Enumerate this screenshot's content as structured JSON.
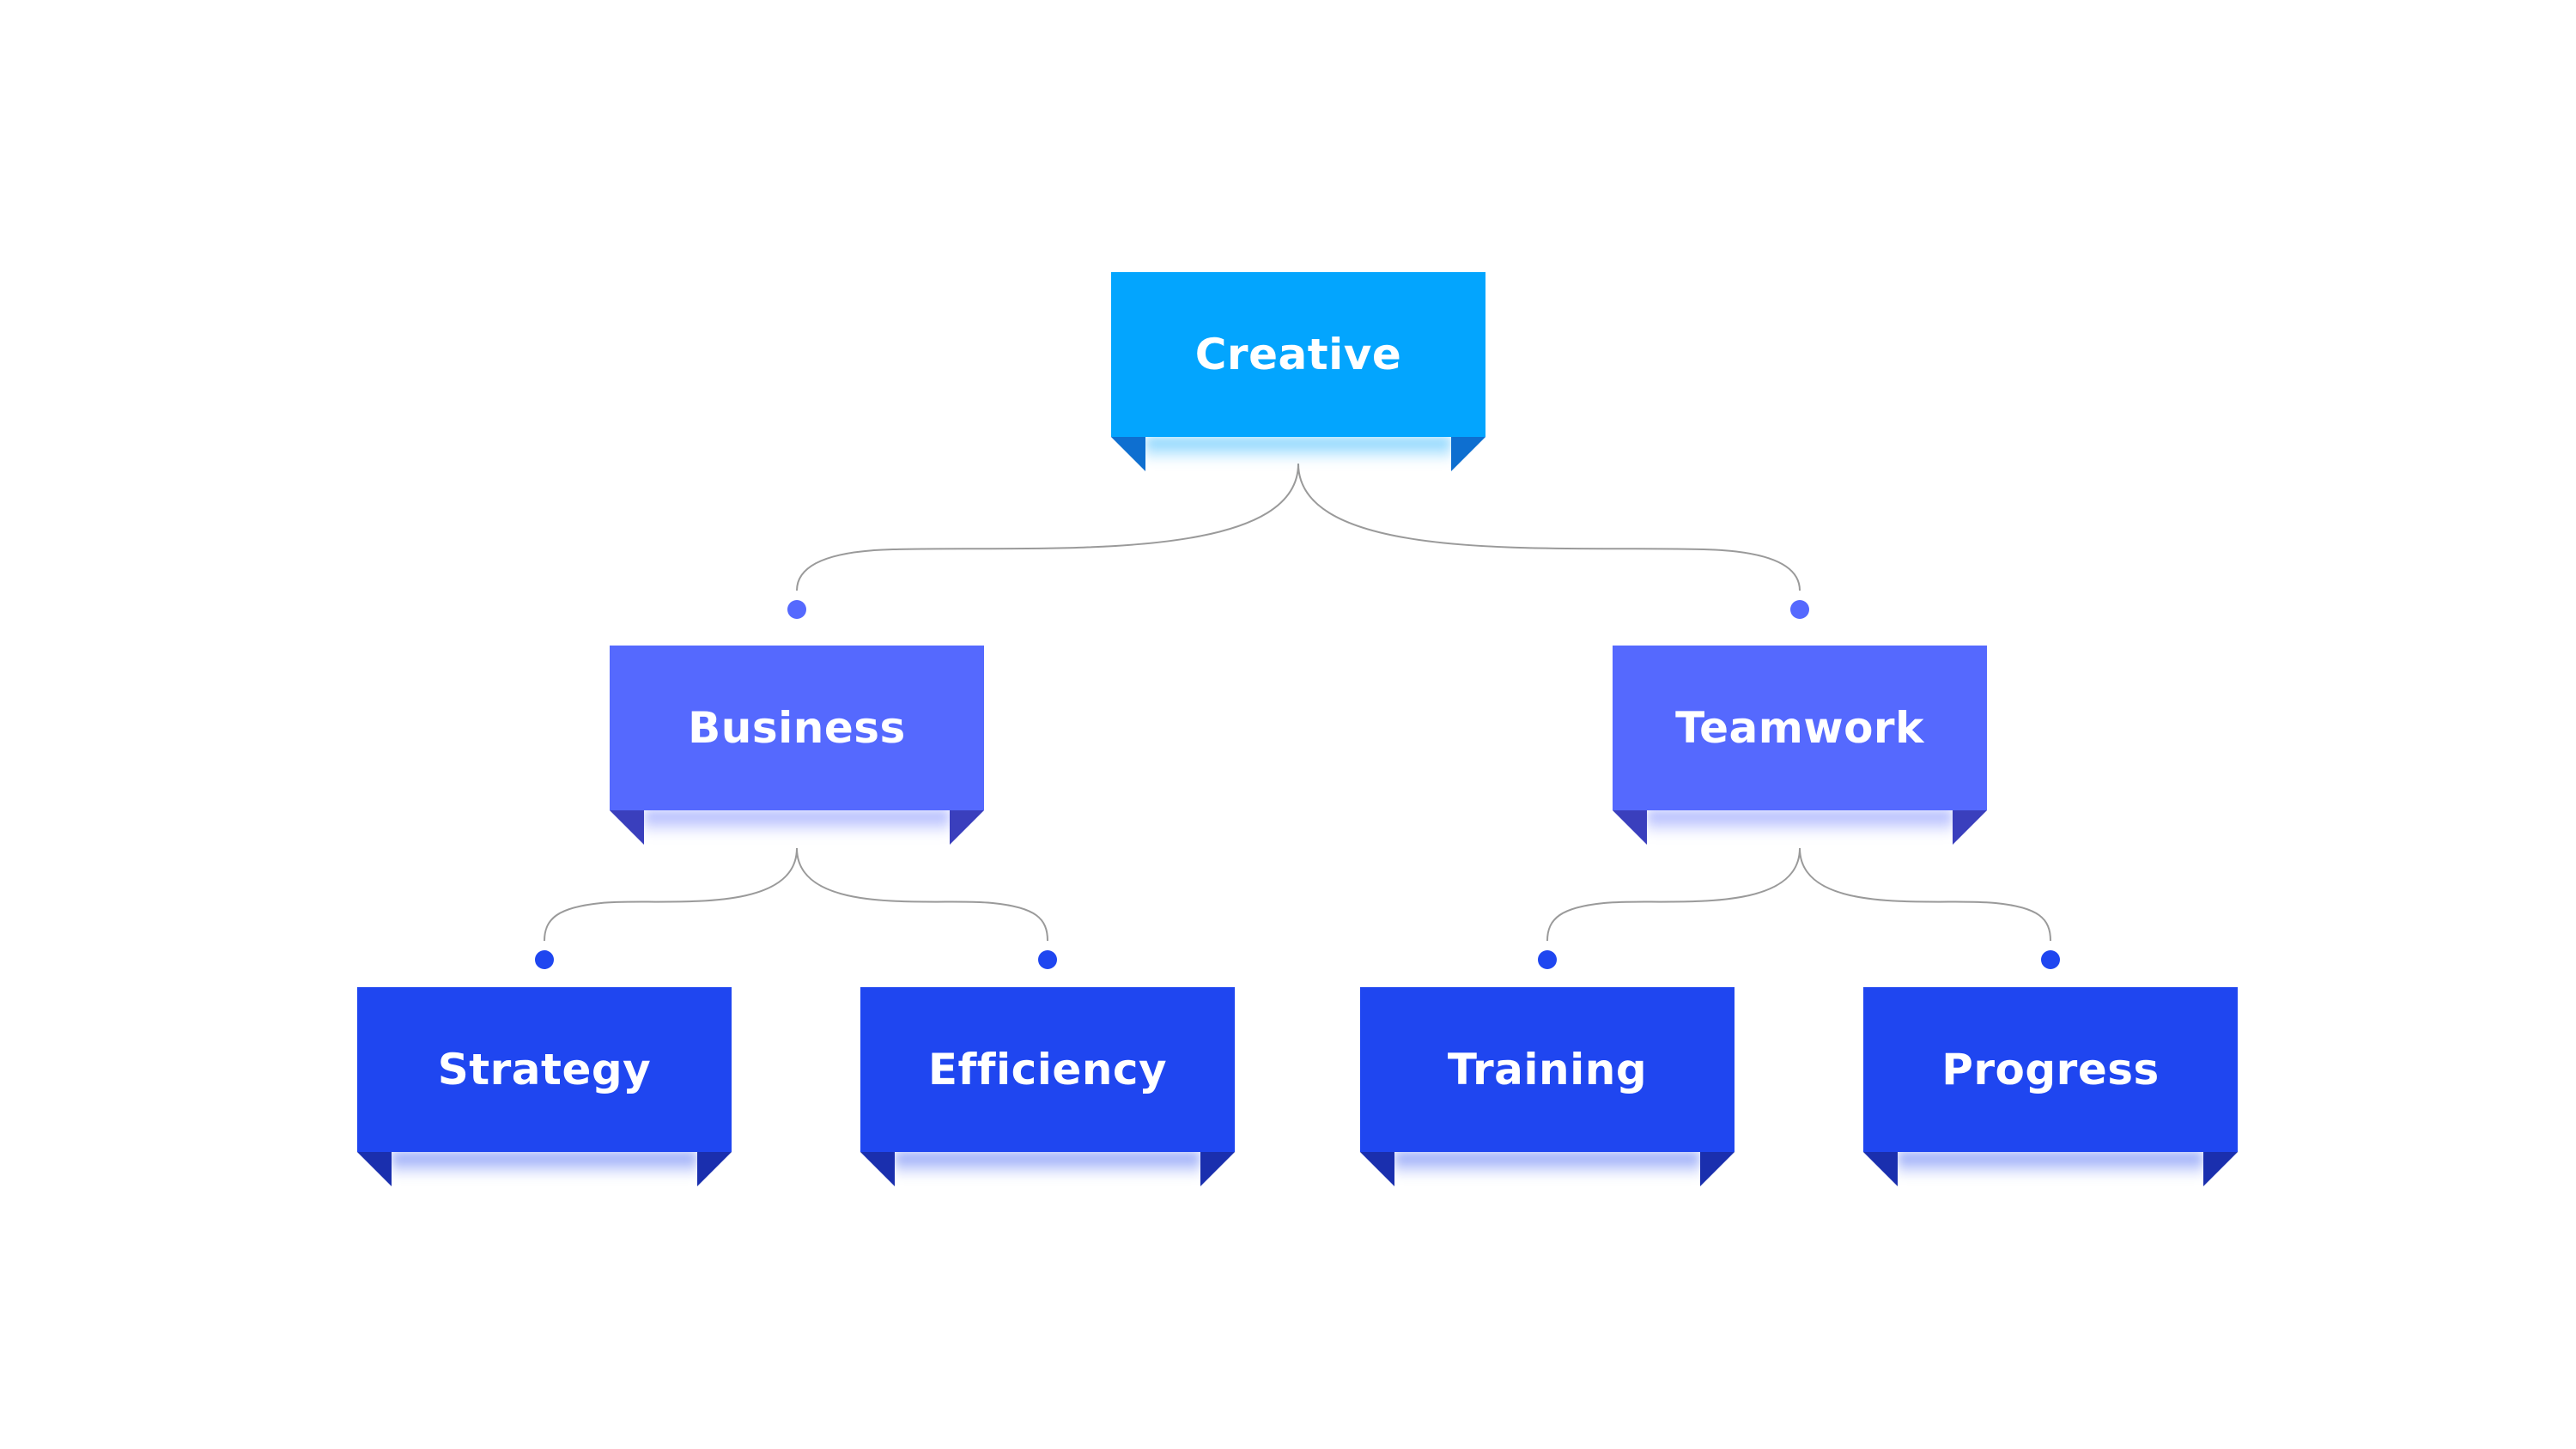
{
  "diagram": {
    "type": "tree",
    "root": {
      "label": "Creative",
      "children": [
        {
          "label": "Business",
          "children": [
            {
              "label": "Strategy"
            },
            {
              "label": "Efficiency"
            }
          ]
        },
        {
          "label": "Teamwork",
          "children": [
            {
              "label": "Training"
            },
            {
              "label": "Progress"
            }
          ]
        }
      ]
    },
    "colors": {
      "level_0": "#03a5fe",
      "level_1": "#5569fe",
      "level_2": "#1f46f0",
      "connector": "#9a9a9a",
      "connector_dot_level_1": "#5569fe",
      "connector_dot_level_2": "#1f46f0"
    }
  }
}
